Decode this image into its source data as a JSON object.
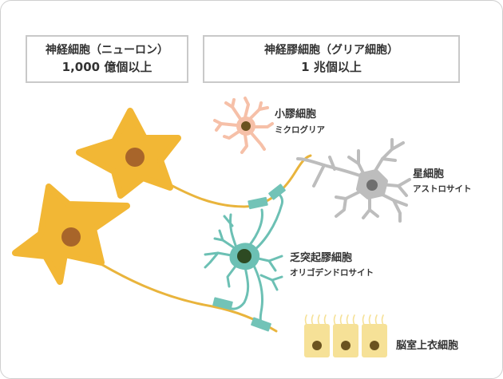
{
  "neuron_box": {
    "title": "神経細胞（ニューロン）",
    "count": "1,000 億個以上"
  },
  "glia_box": {
    "title": "神経膠細胞（グリア細胞）",
    "count": "1 兆個以上"
  },
  "labels": {
    "microglia": {
      "name": "小膠細胞",
      "sub": "ミクログリア"
    },
    "astrocyte": {
      "name": "星細胞",
      "sub": "アストロサイト"
    },
    "oligodendrocyte": {
      "name": "乏突起膠細胞",
      "sub": "オリゴデンドロサイト"
    },
    "ependymal": {
      "name": "脳室上衣細胞"
    }
  },
  "colors": {
    "neuron": "#f2b735",
    "neuron_nucleus": "#a8652a",
    "microglia": "#f6c0a8",
    "microglia_nucleus": "#6b5320",
    "astrocyte": "#bdbdbd",
    "astrocyte_nucleus": "#6f6f6f",
    "oligodendrocyte": "#6cc0b4",
    "oligodendrocyte_nucleus": "#2d4a22",
    "ependymal": "#f6e197",
    "ependymal_nucleus": "#6b5320",
    "myelin": "#72c3b7",
    "axon": "#e9b43c"
  }
}
